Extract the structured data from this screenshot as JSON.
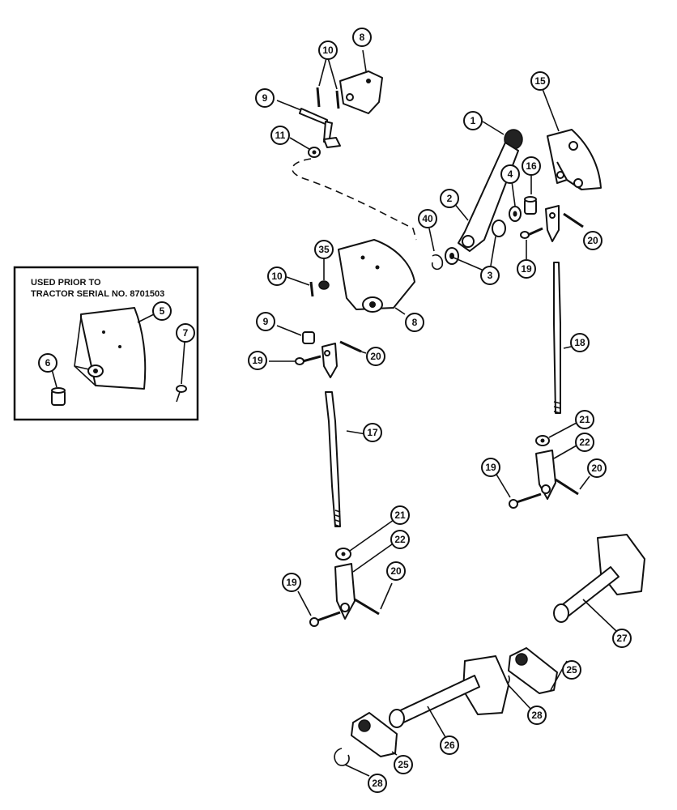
{
  "inset": {
    "line1": "USED PRIOR TO",
    "line2": "TRACTOR SERIAL NO. 8701503"
  },
  "callouts": [
    {
      "id": "c8a",
      "label": "8"
    },
    {
      "id": "c10a",
      "label": "10"
    },
    {
      "id": "c9a",
      "label": "9"
    },
    {
      "id": "c11",
      "label": "11"
    },
    {
      "id": "c15",
      "label": "15"
    },
    {
      "id": "c1",
      "label": "1"
    },
    {
      "id": "c16",
      "label": "16"
    },
    {
      "id": "c4",
      "label": "4"
    },
    {
      "id": "c2",
      "label": "2"
    },
    {
      "id": "c40",
      "label": "40"
    },
    {
      "id": "c3",
      "label": "3"
    },
    {
      "id": "c20a",
      "label": "20"
    },
    {
      "id": "c19a",
      "label": "19"
    },
    {
      "id": "c35",
      "label": "35"
    },
    {
      "id": "c10b",
      "label": "10"
    },
    {
      "id": "c8b",
      "label": "8"
    },
    {
      "id": "c9b",
      "label": "9"
    },
    {
      "id": "c20b",
      "label": "20"
    },
    {
      "id": "c19b",
      "label": "19"
    },
    {
      "id": "c5",
      "label": "5"
    },
    {
      "id": "c6",
      "label": "6"
    },
    {
      "id": "c7",
      "label": "7"
    },
    {
      "id": "c18",
      "label": "18"
    },
    {
      "id": "c17",
      "label": "17"
    },
    {
      "id": "c21a",
      "label": "21"
    },
    {
      "id": "c22a",
      "label": "22"
    },
    {
      "id": "c20c",
      "label": "20"
    },
    {
      "id": "c19c",
      "label": "19"
    },
    {
      "id": "c21b",
      "label": "21"
    },
    {
      "id": "c22b",
      "label": "22"
    },
    {
      "id": "c20d",
      "label": "20"
    },
    {
      "id": "c19d",
      "label": "19"
    },
    {
      "id": "c27",
      "label": "27"
    },
    {
      "id": "c25a",
      "label": "25"
    },
    {
      "id": "c28a",
      "label": "28"
    },
    {
      "id": "c26",
      "label": "26"
    },
    {
      "id": "c25b",
      "label": "25"
    },
    {
      "id": "c28b",
      "label": "28"
    }
  ]
}
